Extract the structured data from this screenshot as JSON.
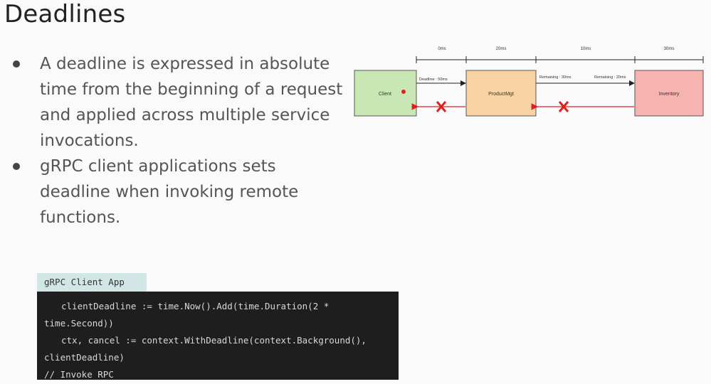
{
  "slide": {
    "title": "Deadlines",
    "bullets": [
      {
        "text": "A deadline is expressed in absolute time from the beginning of a request and applied across multiple service invocations."
      },
      {
        "text": "gRPC client applications sets deadline when invoking remote functions."
      }
    ]
  },
  "diagram": {
    "timeline": [
      "0ms",
      "20ms",
      "10ms",
      "30ms"
    ],
    "nodes": [
      {
        "label": "Client",
        "color": "#c9e7b4"
      },
      {
        "label": "ProductMgt",
        "color": "#fad3a4"
      },
      {
        "label": "Inventory",
        "color": "#f7b3b0"
      }
    ],
    "arrow_labels": [
      "Deadline : 50ms",
      "Remaining : 30ms",
      "Remaining : 20ms"
    ],
    "colors": {
      "fail_cross": "#e02020",
      "client_dot": "#e02020",
      "arrow": "#222222"
    }
  },
  "code": {
    "tab_label": "gRPC Client App",
    "lines": [
      "clientDeadline := time.Now().Add(time.Duration(2 *",
      "time.Second))",
      "ctx, cancel := context.WithDeadline(context.Background(),",
      "clientDeadline)",
      "// Invoke RPC"
    ]
  }
}
